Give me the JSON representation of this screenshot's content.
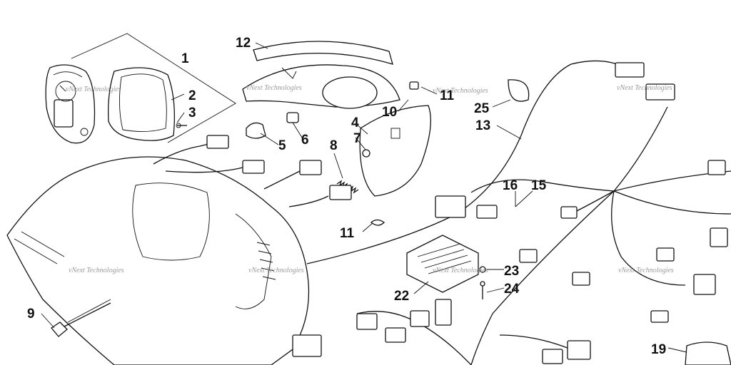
{
  "callouts": {
    "c1": "1",
    "c2": "2",
    "c3": "3",
    "c4": "4",
    "c5": "5",
    "c6": "6",
    "c7": "7",
    "c8": "8",
    "c9": "9",
    "c10": "10",
    "c11a": "11",
    "c11b": "11",
    "c12": "12",
    "c13": "13",
    "c15": "15",
    "c16": "16",
    "c19": "19",
    "c22": "22",
    "c23": "23",
    "c24": "24",
    "c25": "25"
  },
  "watermark": "vNext Technologies"
}
